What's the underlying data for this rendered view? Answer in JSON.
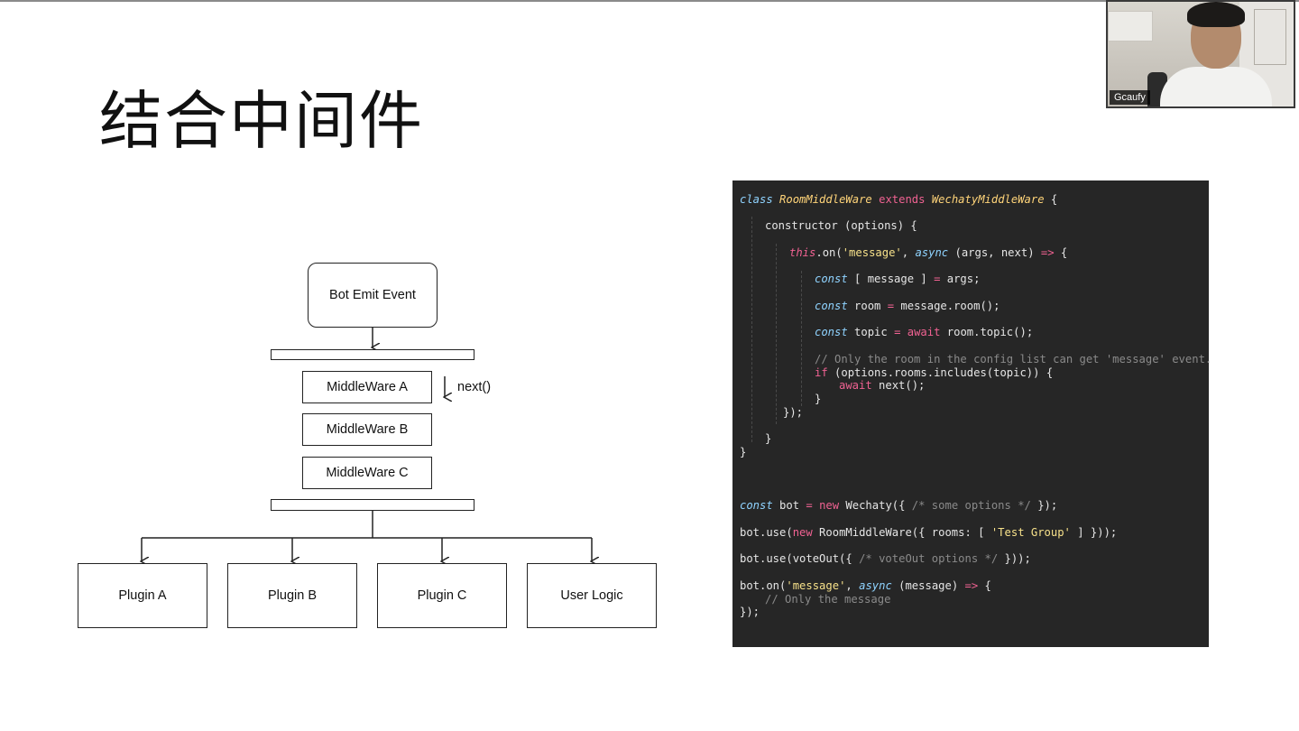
{
  "slide": {
    "title": "结合中间件"
  },
  "diagram": {
    "bot_emit_event": "Bot Emit Event",
    "middlewares": [
      "MiddleWare A",
      "MiddleWare B",
      "MiddleWare C"
    ],
    "next_label": "next()",
    "outputs": [
      "Plugin A",
      "Plugin B",
      "Plugin C",
      "User Logic"
    ]
  },
  "code": {
    "lines": [
      "class RoomMiddleWare extends WechatyMiddleWare {",
      "constructor (options) {",
      "this.on('message', async (args, next) => {",
      "const [ message ] = args;",
      "const room = message.room();",
      "const topic = await room.topic();",
      "// Only the room in the config list can get 'message' event.",
      "if (options.rooms.includes(topic)) {",
      "await next();",
      "}",
      "});",
      "}",
      "}",
      "const bot = new Wechaty({ /* some options */ });",
      "bot.use(new RoomMiddleWare({ rooms: [ 'Test Group' ] }));",
      "bot.use(voteOut({ /* voteOut options */ }));",
      "bot.on('message', async (message) => {",
      "// Only the message",
      "});"
    ]
  },
  "video": {
    "participant_name": "Gcaufy"
  }
}
